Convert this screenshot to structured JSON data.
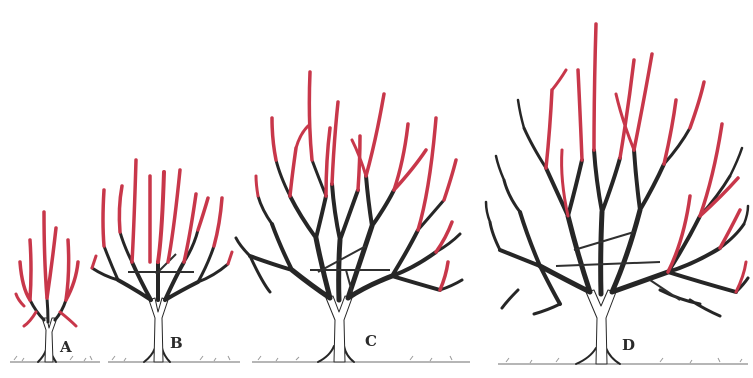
{
  "colors": {
    "new_growth": "#c8374a",
    "old_wood": "#262626",
    "background": "#ffffff"
  },
  "stages": [
    {
      "id": "A",
      "label": "A"
    },
    {
      "id": "B",
      "label": "B"
    },
    {
      "id": "C",
      "label": "C"
    },
    {
      "id": "D",
      "label": "D"
    }
  ]
}
